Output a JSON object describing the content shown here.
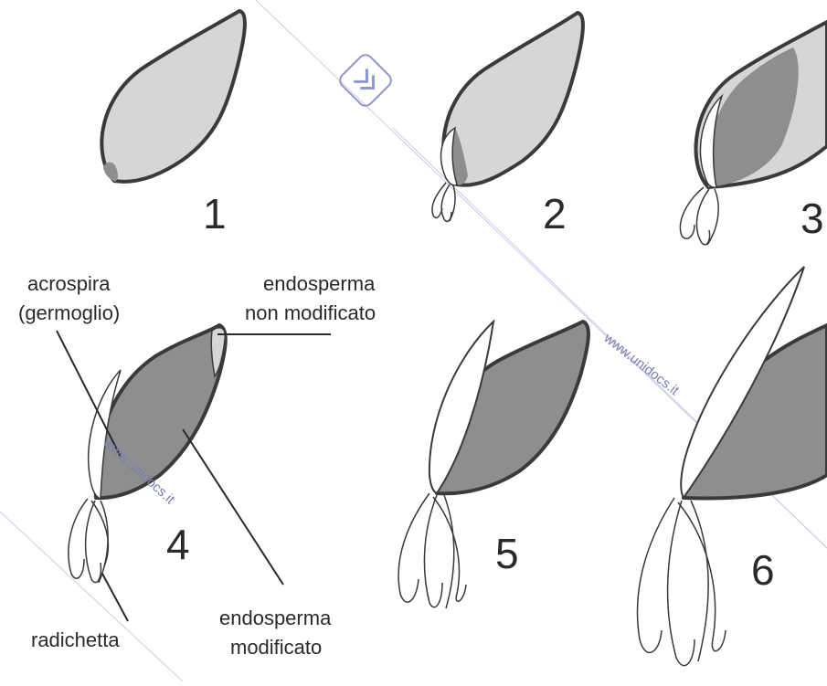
{
  "colors": {
    "unmodified_endosperm": "#d6d6d6",
    "modified_endosperm": "#8e8e8e",
    "sprout": "#ffffff",
    "outline": "#3a3a3a",
    "watermark": "#7a7fb0"
  },
  "stages": [
    {
      "number": "1"
    },
    {
      "number": "2"
    },
    {
      "number": "3"
    },
    {
      "number": "4"
    },
    {
      "number": "5"
    },
    {
      "number": "6"
    }
  ],
  "labels": {
    "acrospire_line1": "acrospira",
    "acrospire_line2": "(germoglio)",
    "unmodified_line1": "endosperma",
    "unmodified_line2": "non modificato",
    "modified_line1": "endosperma",
    "modified_line2": "modificato",
    "rootlet": "radichetta"
  },
  "watermark": {
    "text1": "www.unidocs.it",
    "text2": "www.unidocs.it",
    "logo_icon": "unidocs-logo-icon"
  }
}
